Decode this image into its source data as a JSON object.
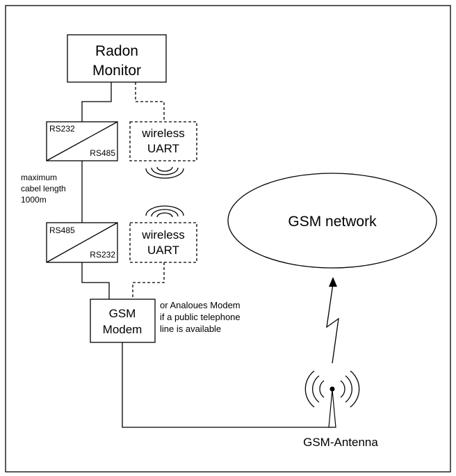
{
  "nodes": {
    "radon_monitor": {
      "line1": "Radon",
      "line2": "Monitor"
    },
    "converter_top": {
      "top": "RS232",
      "bottom": "RS485"
    },
    "converter_bottom": {
      "top": "RS485",
      "bottom": "RS232"
    },
    "wireless_top": {
      "line1": "wireless",
      "line2": "UART"
    },
    "wireless_bottom": {
      "line1": "wireless",
      "line2": "UART"
    },
    "gsm_modem": {
      "line1": "GSM",
      "line2": "Modem"
    },
    "gsm_network": {
      "label": "GSM network"
    },
    "gsm_antenna": {
      "label": "GSM-Antenna"
    }
  },
  "notes": {
    "cable": [
      "maximum",
      "cabel length",
      "1000m"
    ],
    "modem_alt": [
      "or Analoues Modem",
      "if a public telephone",
      "line is available"
    ]
  }
}
